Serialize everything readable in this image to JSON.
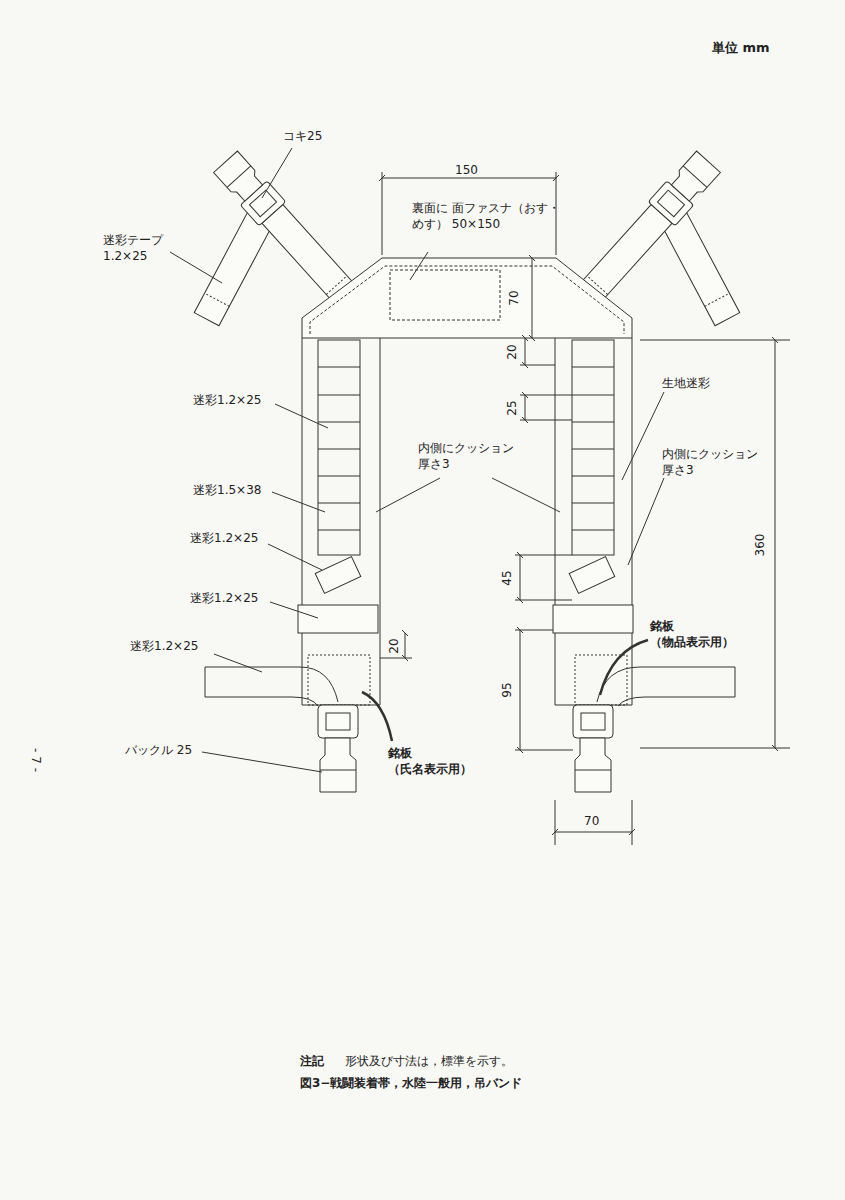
{
  "diagram": {
    "caption": "図3−戦闘装着帯，水陸一般用，吊バンド",
    "labels": [
      "単位 mm",
      "コキ25",
      "150",
      "裏面に 面ファスナ（おす・めす） 50×150",
      "迷彩テープ 1.2×25",
      "70",
      "20",
      "25",
      "迷彩1.2×25",
      "生地迷彩",
      "内側にクッション 厚さ3",
      "内側にクッション 厚さ3",
      "迷彩1.5×38",
      "360",
      "迷彩1.2×25",
      "45",
      "迷彩1.2×25",
      "銘板 （物品表示用）",
      "20",
      "迷彩1.2×25",
      "95",
      "バックル 25",
      "銘板 （氏名表示用）",
      "70",
      "- 7 -",
      "注記",
      "形状及び寸法は，標準を示す。"
    ]
  }
}
